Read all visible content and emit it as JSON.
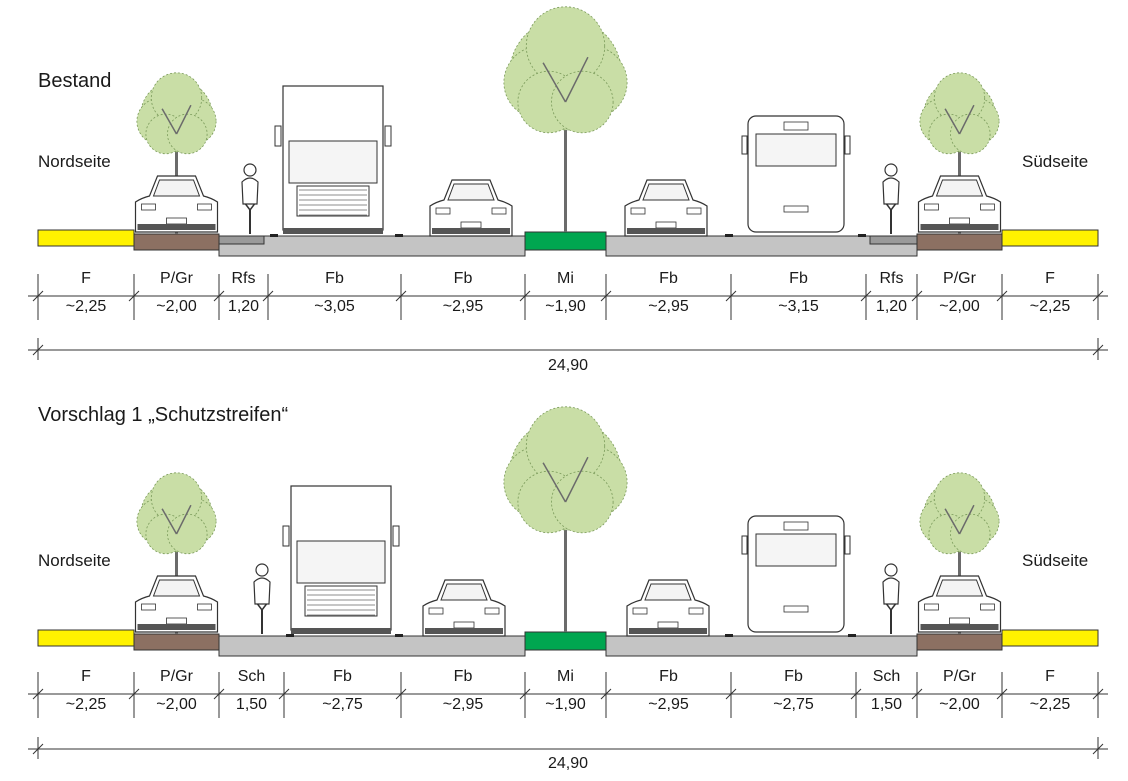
{
  "colors": {
    "footway": "#fff200",
    "parking_green": "#8c7062",
    "roadway": "#c4c4c4",
    "median": "#00a650",
    "tree_foliage": "#c9dea6"
  },
  "sections": [
    {
      "title": "Bestand",
      "north": "Nordseite",
      "south": "Südseite",
      "total": "24,90",
      "segments": [
        {
          "code": "F",
          "width": "~2,25"
        },
        {
          "code": "P/Gr",
          "width": "~2,00"
        },
        {
          "code": "Rfs",
          "width": "1,20"
        },
        {
          "code": "Fb",
          "width": "~3,05"
        },
        {
          "code": "Fb",
          "width": "~2,95"
        },
        {
          "code": "Mi",
          "width": "~1,90"
        },
        {
          "code": "Fb",
          "width": "~2,95"
        },
        {
          "code": "Fb",
          "width": "~3,15"
        },
        {
          "code": "Rfs",
          "width": "1,20"
        },
        {
          "code": "P/Gr",
          "width": "~2,00"
        },
        {
          "code": "F",
          "width": "~2,25"
        }
      ]
    },
    {
      "title": "Vorschlag 1 „Schutzstreifen“",
      "north": "Nordseite",
      "south": "Südseite",
      "total": "24,90",
      "segments": [
        {
          "code": "F",
          "width": "~2,25"
        },
        {
          "code": "P/Gr",
          "width": "~2,00"
        },
        {
          "code": "Sch",
          "width": "1,50"
        },
        {
          "code": "Fb",
          "width": "~2,75"
        },
        {
          "code": "Fb",
          "width": "~2,95"
        },
        {
          "code": "Mi",
          "width": "~1,90"
        },
        {
          "code": "Fb",
          "width": "~2,95"
        },
        {
          "code": "Fb",
          "width": "~2,75"
        },
        {
          "code": "Sch",
          "width": "1,50"
        },
        {
          "code": "P/Gr",
          "width": "~2,00"
        },
        {
          "code": "F",
          "width": "~2,25"
        }
      ]
    }
  ]
}
